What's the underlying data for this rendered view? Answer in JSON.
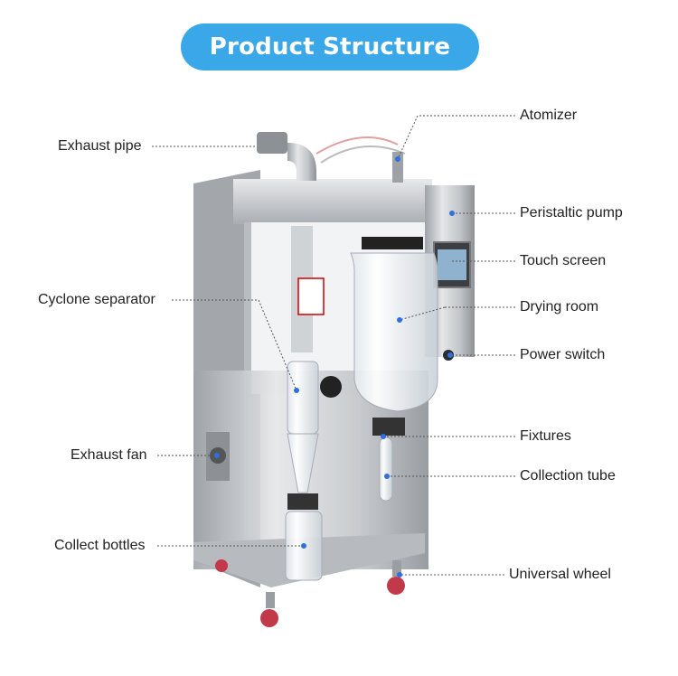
{
  "title": "Product Structure",
  "colors": {
    "title_bg": "#3aa8e8",
    "leader_dot": "#2f6fe0",
    "steel": "#c9ccd0"
  },
  "labels": {
    "left": [
      "Exhaust pipe",
      "Cyclone separator",
      "Exhaust fan",
      "Collect bottles"
    ],
    "right": [
      "Atomizer",
      "Peristaltic pump",
      "Touch screen",
      "Drying room",
      "Power switch",
      "Fixtures",
      "Collection tube",
      "Universal wheel"
    ]
  }
}
